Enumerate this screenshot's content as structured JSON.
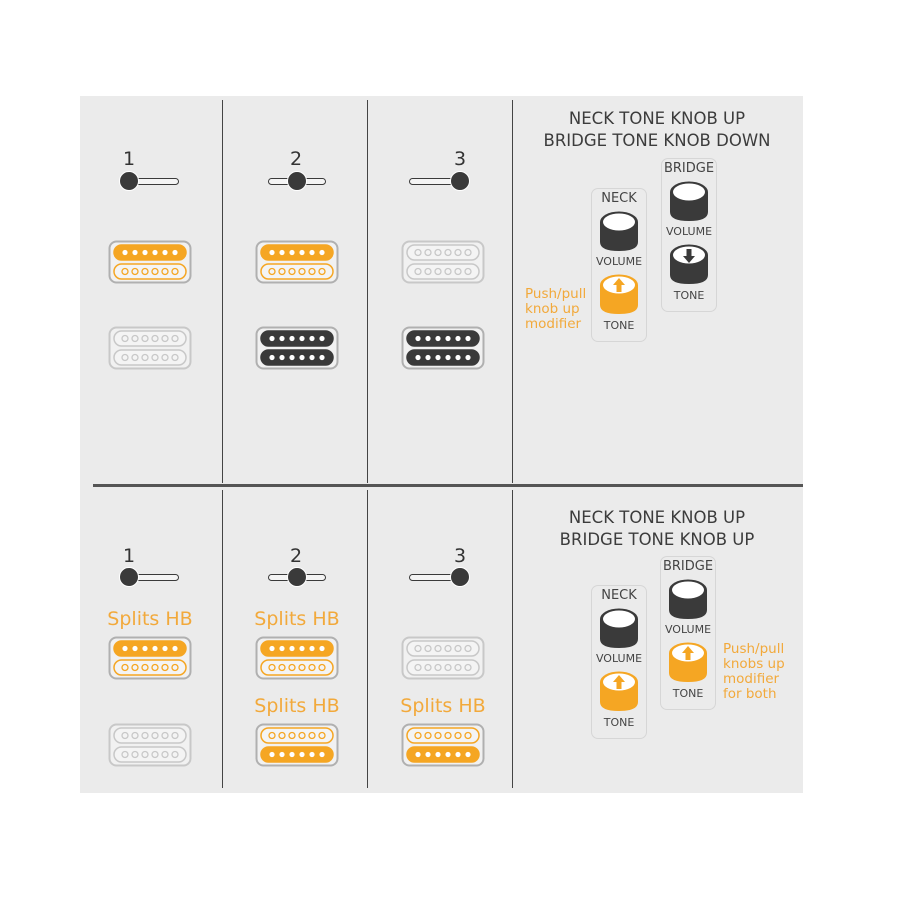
{
  "colors": {
    "accent": "#f5a623",
    "dark": "#3a3a3a",
    "off": "#c8c8c8"
  },
  "rows": [
    {
      "columns": [
        {
          "switch_position": "1",
          "neck": {
            "state": "split-top"
          },
          "bridge": {
            "state": "off"
          }
        },
        {
          "switch_position": "2",
          "neck": {
            "state": "split-top"
          },
          "bridge": {
            "state": "full-dark"
          }
        },
        {
          "switch_position": "3",
          "neck": {
            "state": "off"
          },
          "bridge": {
            "state": "full-dark"
          }
        }
      ],
      "controls": {
        "title_line1": "NECK TONE KNOB UP",
        "title_line2": "BRIDGE TONE KNOB DOWN",
        "neck_label": "NECK",
        "bridge_label": "BRIDGE",
        "volume_label": "VOLUME",
        "tone_label": "TONE",
        "neck_tone": "up",
        "bridge_tone": "down",
        "note": [
          "Push/pull",
          "knob up",
          "modifier"
        ]
      }
    },
    {
      "columns": [
        {
          "switch_position": "1",
          "neck": {
            "state": "split-top",
            "label": "Splits HB"
          },
          "bridge": {
            "state": "off"
          }
        },
        {
          "switch_position": "2",
          "neck": {
            "state": "split-top",
            "label": "Splits HB"
          },
          "bridge": {
            "state": "split-bottom",
            "label": "Splits HB"
          }
        },
        {
          "switch_position": "3",
          "neck": {
            "state": "off"
          },
          "bridge": {
            "state": "split-bottom",
            "label": "Splits HB"
          }
        }
      ],
      "controls": {
        "title_line1": "NECK TONE KNOB UP",
        "title_line2": "BRIDGE TONE KNOB UP",
        "neck_label": "NECK",
        "bridge_label": "BRIDGE",
        "volume_label": "VOLUME",
        "tone_label": "TONE",
        "neck_tone": "up",
        "bridge_tone": "up",
        "note": [
          "Push/pull",
          "knobs up",
          "modifier",
          "for both"
        ]
      }
    }
  ]
}
